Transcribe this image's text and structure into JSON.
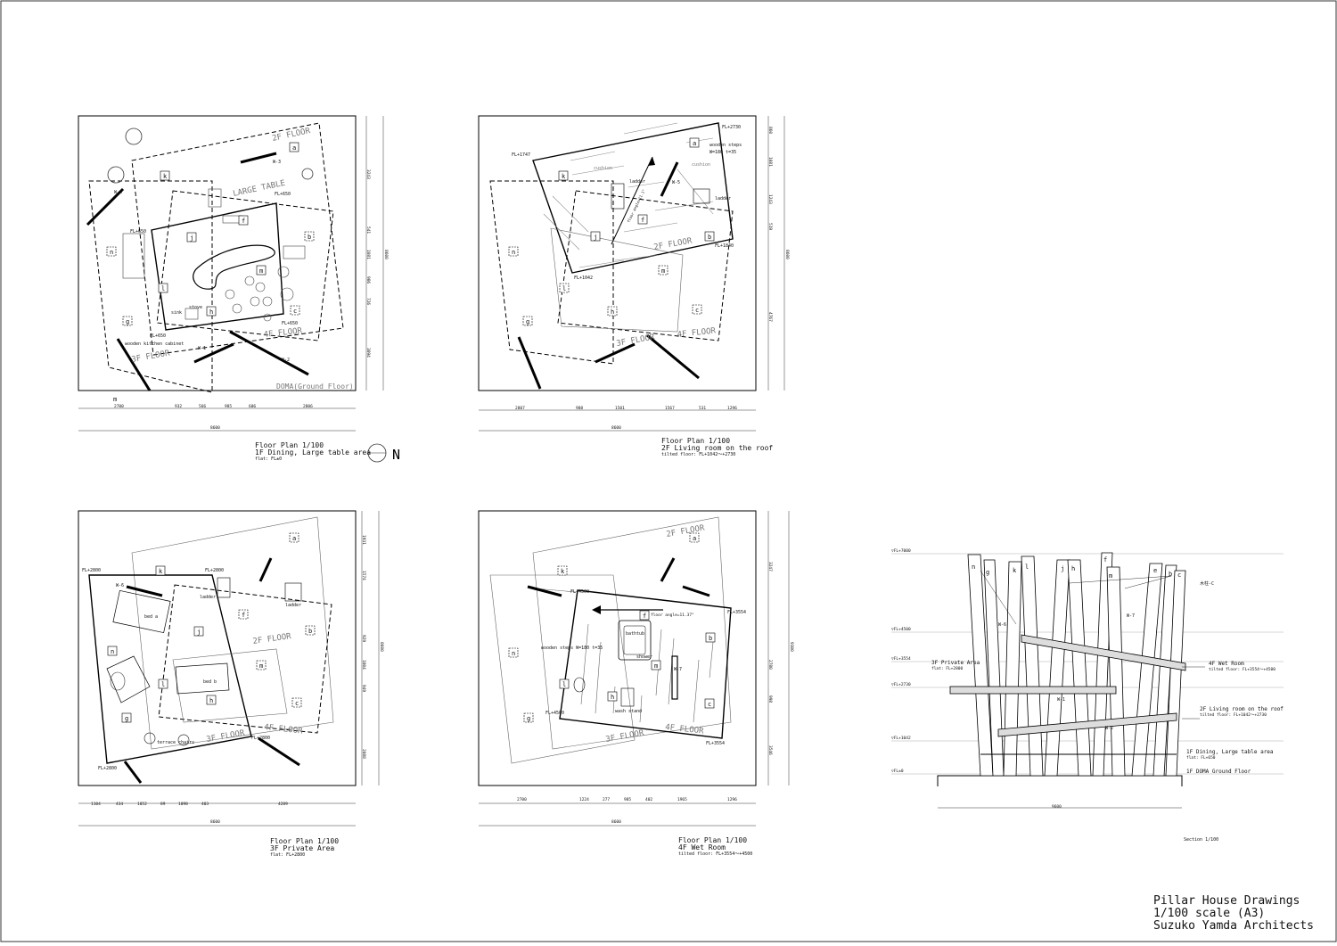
{
  "plans": {
    "p1": {
      "title": "Floor Plan 1/100",
      "subtitle": "1F Dining, Large table area",
      "note": "flat: FL±0",
      "labels": {
        "fl650a": "FL+650",
        "fl650b": "FL+650",
        "fl650c": "FL+650",
        "fl650d": "FL+650",
        "sink": "sink",
        "stove": "stove",
        "cabinet": "wooden kitchen cabinet",
        "largetable": "LARGE TABLE",
        "f2": "2F FLOOR",
        "f3": "3F FLOOR",
        "f4": "4F FLOOR",
        "doma": "DOMA(Ground Floor)",
        "w1": "W-1",
        "w2": "W-2",
        "w3": "W-3",
        "w4": "W-4",
        "m": "m"
      },
      "dims": [
        "2700",
        "932",
        "566",
        "985",
        "606",
        "2806"
      ],
      "vdims": [
        "3243",
        "541",
        "1081",
        "906",
        "726",
        "3094"
      ],
      "total": "8600",
      "vtotal": "8600"
    },
    "p2": {
      "title": "Floor Plan 1/100",
      "subtitle": "2F Living room on the roof",
      "note": "tilted floor: FL+1042～+2730",
      "labels": {
        "fl2730": "FL+2730",
        "fl1747": "FL+1747",
        "fl1840": "FL+1840",
        "fl1042": "FL+1042",
        "steps1": "wooden steps",
        "steps2": "W=180 t=35",
        "cushion1": "cushion",
        "cushion2": "cushion",
        "ladder1": "ladder",
        "ladder2": "ladder",
        "w5": "W-5",
        "f2": "2F FLOOR",
        "f3": "3F FLOOR",
        "f4": "4F FLOOR",
        "angle": "floor angle=11.1°"
      },
      "dims": [
        "2807",
        "988",
        "1501",
        "1567",
        "531",
        "1296"
      ],
      "vdims": [
        "860",
        "1081",
        "1243",
        "519",
        "4767"
      ],
      "total": "8600",
      "vtotal": "8600"
    },
    "p3": {
      "title": "Floor Plan 1/100",
      "subtitle": "3F Private Area",
      "note": "flat: FL+2800",
      "labels": {
        "fl2800a": "FL+2800",
        "fl2800b": "FL+2800",
        "fl2800c": "FL+2800",
        "fl2800d": "FL+2800",
        "beda": "bed a",
        "bedb": "bed b",
        "ladder": "ladder",
        "ladder2": "ladder",
        "terrace": "terrace chairs",
        "w6": "W-6",
        "f2": "2F FLOOR",
        "f3": "3F FLOOR",
        "f4": "4F FLOOR"
      },
      "dims": [
        "1104",
        "434",
        "1052",
        "89",
        "1098",
        "403",
        "4289"
      ],
      "vdims": [
        "1931",
        "1574",
        "929",
        "1004",
        "949",
        "2088"
      ],
      "total": "8600",
      "vtotal": "8600"
    },
    "p4": {
      "title": "Floor Plan 1/100",
      "subtitle": "4F Wet Room",
      "note": "tilted floor: FL+3554～+4500",
      "labels": {
        "fl4500a": "FL+4500",
        "fl4500b": "FL+4500",
        "fl3554a": "FL+3554",
        "fl3554b": "FL+3554",
        "angle": "floor angle=11.37°",
        "bathtub": "bathtub",
        "shower": "shower",
        "wash": "wash stand",
        "steps": "wooden steps W=180 t=35",
        "w7": "W-7",
        "f2": "2F FLOOR",
        "f3": "3F FLOOR",
        "f4": "4F FLOOR"
      },
      "dims": [
        "2700",
        "1224",
        "277",
        "985",
        "402",
        "1965",
        "1296"
      ],
      "vdims": [
        "3247",
        "2780",
        "998",
        "3546"
      ],
      "total": "8600",
      "vtotal": "9100"
    },
    "section": {
      "title": "Section 1/100",
      "levels": [
        "▽FL+7000",
        "▽FL+4500",
        "▽FL+3554",
        "▽FL+2730",
        "▽FL+1042",
        "▽FL±0"
      ],
      "notes": {
        "f3": "3F Private Area",
        "f3sub": "flat: FL+2800",
        "f4": "4F Wet Room",
        "f4sub": "tilted floor: FL+3554～+4500",
        "f2": "2F Living room on the roof",
        "f2sub": "tilted floor: FL+1042～+2730",
        "f1": "1F Dining, Large table area",
        "f1sub": "flat: FL+650",
        "doma": "1F DOMA Ground Floor",
        "wood": "木柱-C",
        "w6": "W-6",
        "w7": "W-7",
        "w1": "W-1",
        "w2": "W-2"
      },
      "pillars": [
        "n",
        "g",
        "k",
        "l",
        "j",
        "h",
        "f",
        "m",
        "e",
        "b",
        "c"
      ],
      "dim": "9600"
    }
  },
  "rooms": [
    "a",
    "b",
    "c",
    "f",
    "g",
    "h",
    "j",
    "k",
    "l",
    "m",
    "n"
  ],
  "north": "N",
  "titleblock": {
    "line1": "Pillar House Drawings",
    "line2": "1/100 scale (A3)",
    "line3": "Suzuko Yamda Architects"
  }
}
